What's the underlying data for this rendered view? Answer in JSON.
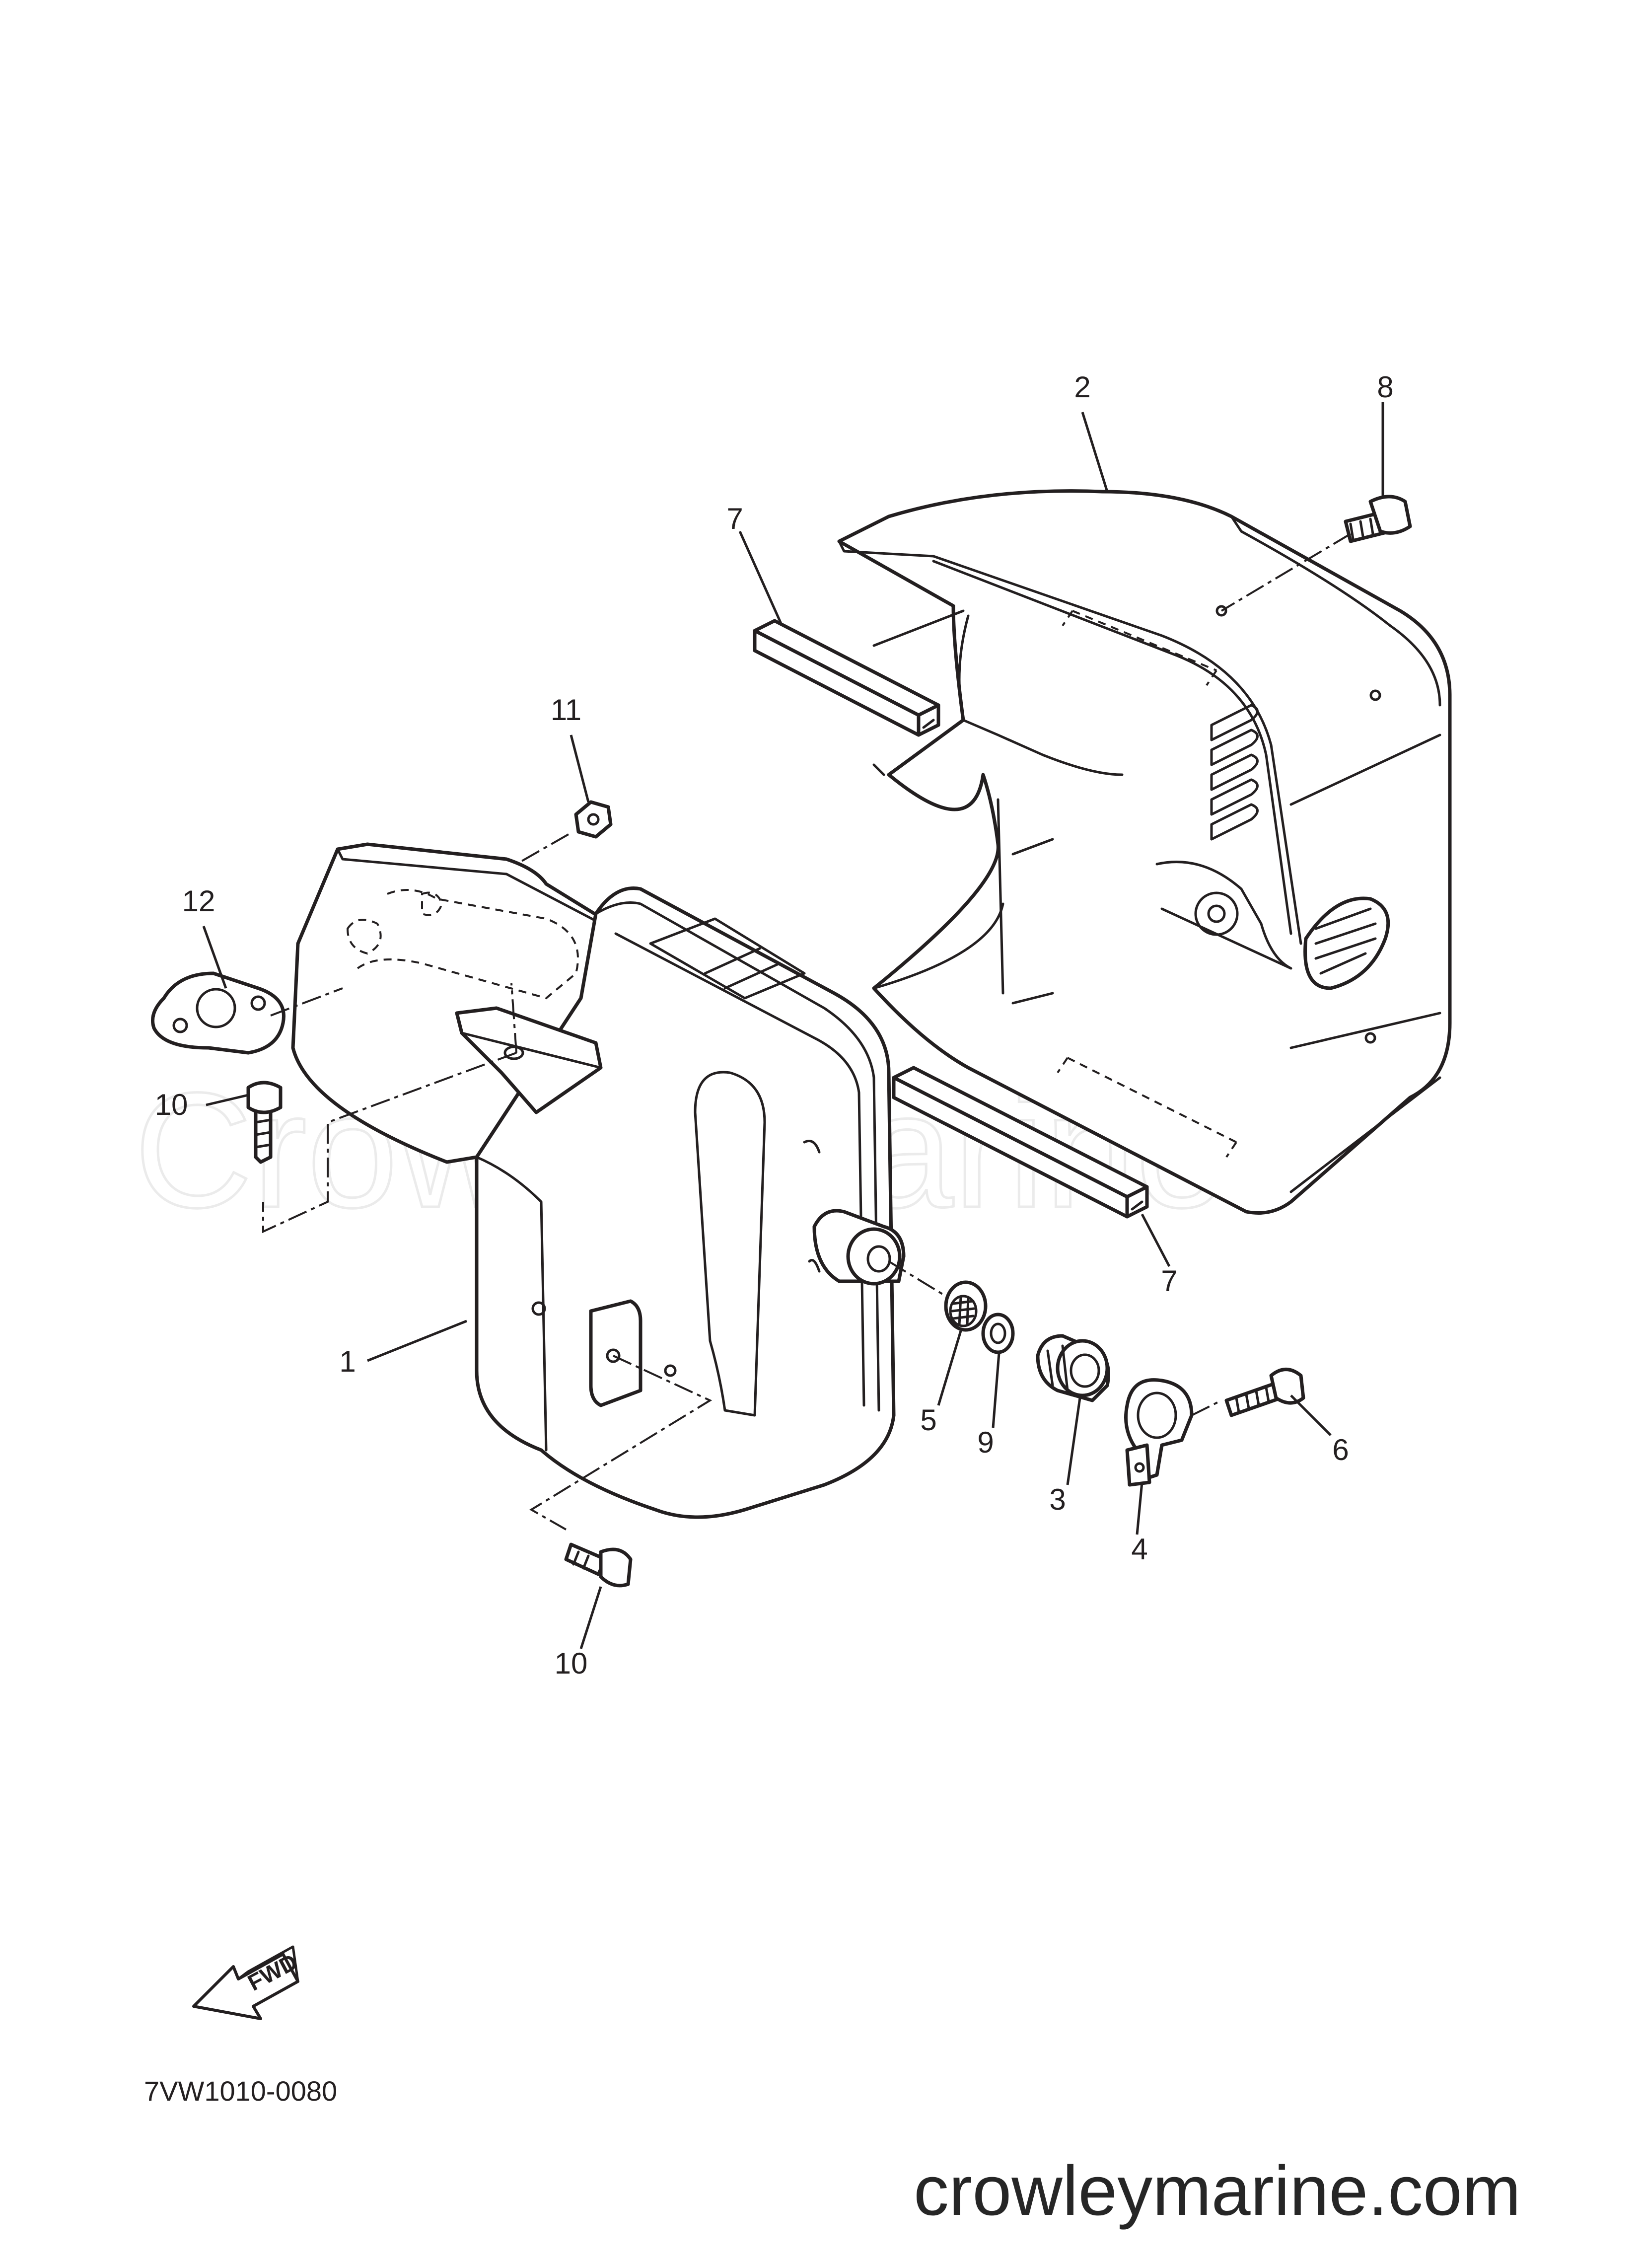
{
  "diagram": {
    "callouts": {
      "c1": "1",
      "c2": "2",
      "c3": "3",
      "c4": "4",
      "c5": "5",
      "c6": "6",
      "c7a": "7",
      "c7b": "7",
      "c8": "8",
      "c9": "9",
      "c10a": "10",
      "c10b": "10",
      "c11": "11",
      "c12": "12"
    },
    "fwd_label": "FWD",
    "diagram_code": "7VW1010-0080",
    "watermark": "CrowleyMarine",
    "site_url": "crowleymarine.com"
  }
}
